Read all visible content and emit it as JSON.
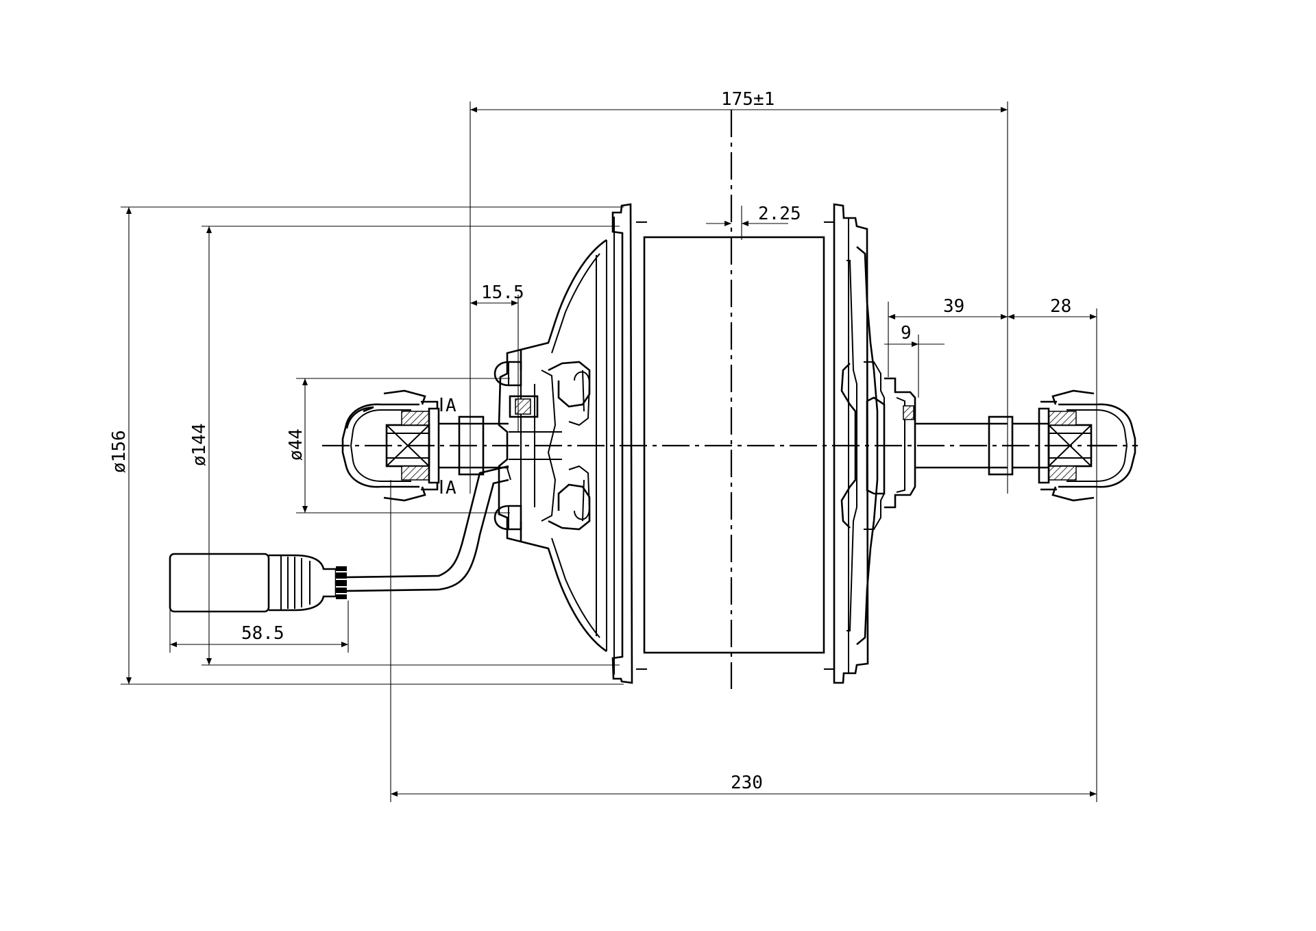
{
  "dimensions": {
    "overall_flange_spacing": "175±1",
    "center_offset": "2.25",
    "left_dropout_offset": "15.5",
    "right_hub_to_dropout": "39",
    "right_dropout_to_end": "28",
    "right_small_offset": "9",
    "flange_diameter": "ø156",
    "shell_diameter": "ø144",
    "bearing_diameter": "ø44",
    "connector_length": "58.5",
    "overall_axle_length": "230"
  },
  "section_labels": {
    "top": "A",
    "bottom": "A"
  }
}
